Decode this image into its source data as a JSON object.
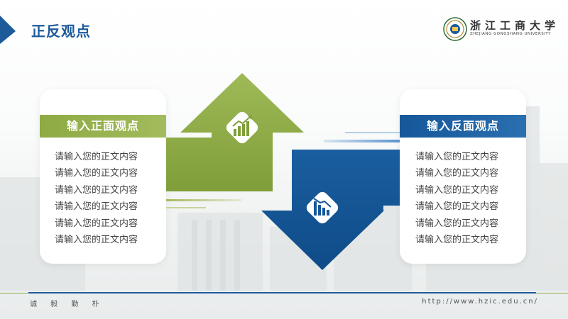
{
  "header": {
    "title": "正反观点",
    "logo": {
      "name_cn": "浙江工商大学",
      "name_en": "ZHEJIANG GONGSHANG UNIVERSITY"
    }
  },
  "left_card": {
    "heading": "输入正面观点",
    "lines": [
      "请输入您的正文内容",
      "请输入您的正文内容",
      "请输入您的正文内容",
      "请输入您的正文内容",
      "请输入您的正文内容",
      "请输入您的正文内容"
    ],
    "icon": "chart-up-icon",
    "color": "#8daa44"
  },
  "right_card": {
    "heading": "输入反面观点",
    "lines": [
      "请输入您的正文内容",
      "请输入您的正文内容",
      "请输入您的正文内容",
      "请输入您的正文内容",
      "请输入您的正文内容",
      "请输入您的正文内容"
    ],
    "icon": "chart-down-icon",
    "color": "#16579a"
  },
  "footer": {
    "motto": "诚 毅 勤 朴",
    "url": "http://www.hzic.edu.cn/"
  }
}
